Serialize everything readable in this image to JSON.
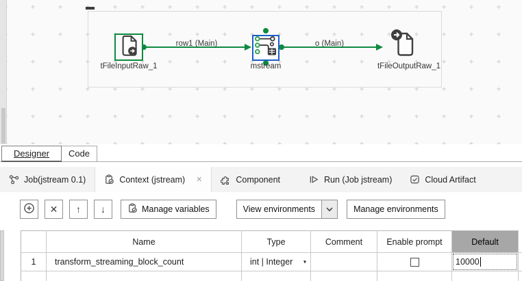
{
  "canvas": {
    "components": [
      {
        "label": "tFileInputRaw_1"
      },
      {
        "label": "mstream"
      },
      {
        "label": "tFileOutputRaw_1"
      }
    ],
    "connections": [
      {
        "label": "row1 (Main)"
      },
      {
        "label": "o (Main)"
      }
    ]
  },
  "editor_tabs": [
    {
      "label": "Designer"
    },
    {
      "label": "Code"
    }
  ],
  "view_tabs": [
    {
      "label": "Job(jstream 0.1)"
    },
    {
      "label": "Context (jstream)"
    },
    {
      "label": "Component"
    },
    {
      "label": "Run (Job jstream)"
    },
    {
      "label": "Cloud Artifact"
    }
  ],
  "toolbar": {
    "manage_variables": "Manage variables",
    "view_environments": "View environments",
    "manage_environments": "Manage environments"
  },
  "icons": {
    "close": "✕",
    "delete": "✕",
    "move_up": "↑",
    "move_down": "↓",
    "combo_arrow": "▾"
  },
  "table": {
    "columns": [
      "",
      "Name",
      "Type",
      "Comment",
      "Enable prompt",
      "Default"
    ],
    "selected_column": "Default",
    "rows": [
      {
        "num": "1",
        "name": "transform_streaming_block_count",
        "type": "int | Integer",
        "comment": "",
        "enable_prompt_checked": false,
        "default_value": "10000"
      }
    ]
  },
  "colors": {
    "connection_green": "#0d8a40",
    "component_blue": "#1b5fc8",
    "selected_header_bg": "#a7a7a7"
  }
}
